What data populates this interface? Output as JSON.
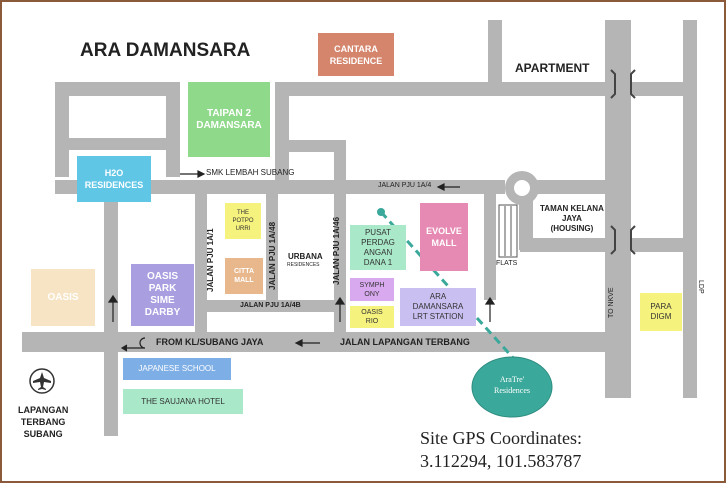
{
  "map": {
    "area_title": "ARA DAMANSARA",
    "colors": {
      "road": "#b5b5b5",
      "border": "#8a5a3a",
      "teal": "#3aa89a",
      "cantara": "#d4856c",
      "green": "#8fd98a",
      "blue": "#5fc6e6",
      "beige": "#f7e4c4",
      "purple": "#a89ee0",
      "yellow": "#f6f27e",
      "pink": "#e68ab4",
      "lightblue": "#7eaee6",
      "mint": "#a9e8c8",
      "lavender": "#d9a9f0",
      "tan": "#e8b88c"
    },
    "buildings": {
      "cantara": "CANTARA\nRESIDENCE",
      "taipan": "TAIPAN 2\nDAMANSARA",
      "h2o": "H2O\nRESIDENCES",
      "oasis": "OASIS",
      "oasis_park": "OASIS\nPARK\nSIME\nDARBY",
      "potpourri": "THE\nPOTPO\nURRI",
      "citta": "CITTA\nMALL",
      "urbana": "URBANA",
      "urbana_sub": "RESIDENCES",
      "pusat": "PUSAT\nPERDAG\nANGAN\nDANA 1",
      "evolve": "EVOLVE\nMALL",
      "symphony": "SYMPH\nONY",
      "oasis_rio": "OASIS\nRIO",
      "lrt": "ARA\nDAMANSARA\nLRT STATION",
      "paradigm": "PARA\nDIGM",
      "japanese": "JAPANESE SCHOOL",
      "saujana": "THE SAUJANA HOTEL",
      "flats": "FLATS"
    },
    "labels": {
      "apartment": "APARTMENT",
      "smk": "SMK LEMBAH SUBANG",
      "pju1a4": "JALAN PJU 1A/4",
      "taman_kelana": "TAMAN KELANA\nJAYA\n(HOUSING)",
      "pju1a1": "JALAN PJU 1A/1",
      "pju1a48": "JALAN PJU 1A/48",
      "pju1a46": "JALAN PJU 1A/46",
      "pju1a4b": "JALAN PJU 1A/4B",
      "from_kl": "FROM KL/SUBANG JAYA",
      "lapangan_terbang": "JALAN LAPANGAN TERBANG",
      "to_nkve": "TO NKVE",
      "ldp": "LDP",
      "airport": "LAPANGAN\nTERBANG\nSUBANG"
    },
    "pin": {
      "label": "AraTre'\nResidences"
    },
    "gps": {
      "title": "Site GPS Coordinates:",
      "coords": "3.112294, 101.583787"
    },
    "icons": [
      "airplane-icon",
      "roundabout-icon",
      "arrow-icon",
      "bridge-icon"
    ]
  }
}
